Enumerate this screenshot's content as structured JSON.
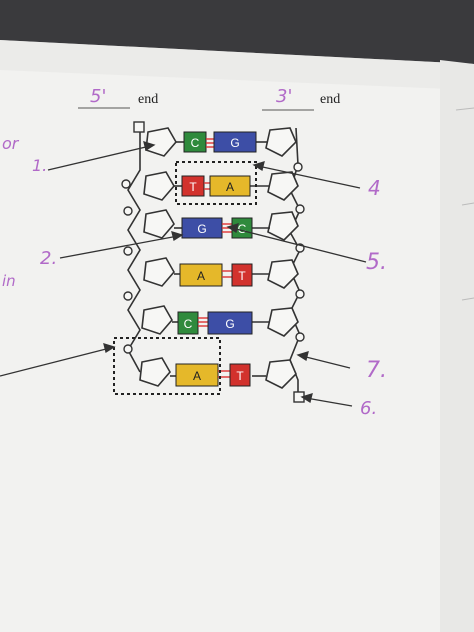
{
  "worksheet": {
    "five_prime_label": "5'",
    "three_prime_label": "3'",
    "end_word": "end",
    "colors": {
      "C": "#2f8a3c",
      "G": "#3d4ea6",
      "T": "#d2322d",
      "A": "#e5b82a",
      "ink": "#b16ac8",
      "paper": "#f4f4f2"
    },
    "base_pairs": [
      {
        "left": "C",
        "right": "G"
      },
      {
        "left": "T",
        "right": "A"
      },
      {
        "left": "G",
        "right": "C"
      },
      {
        "left": "A",
        "right": "T"
      },
      {
        "left": "C",
        "right": "G"
      },
      {
        "left": "A",
        "right": "T"
      }
    ],
    "handwritten_labels": {
      "one": "1.",
      "two": "2.",
      "four": "4",
      "five": "5.",
      "seven": "7.",
      "six": "6."
    },
    "margin_fragments": {
      "upper": "or",
      "middle": "in"
    }
  }
}
